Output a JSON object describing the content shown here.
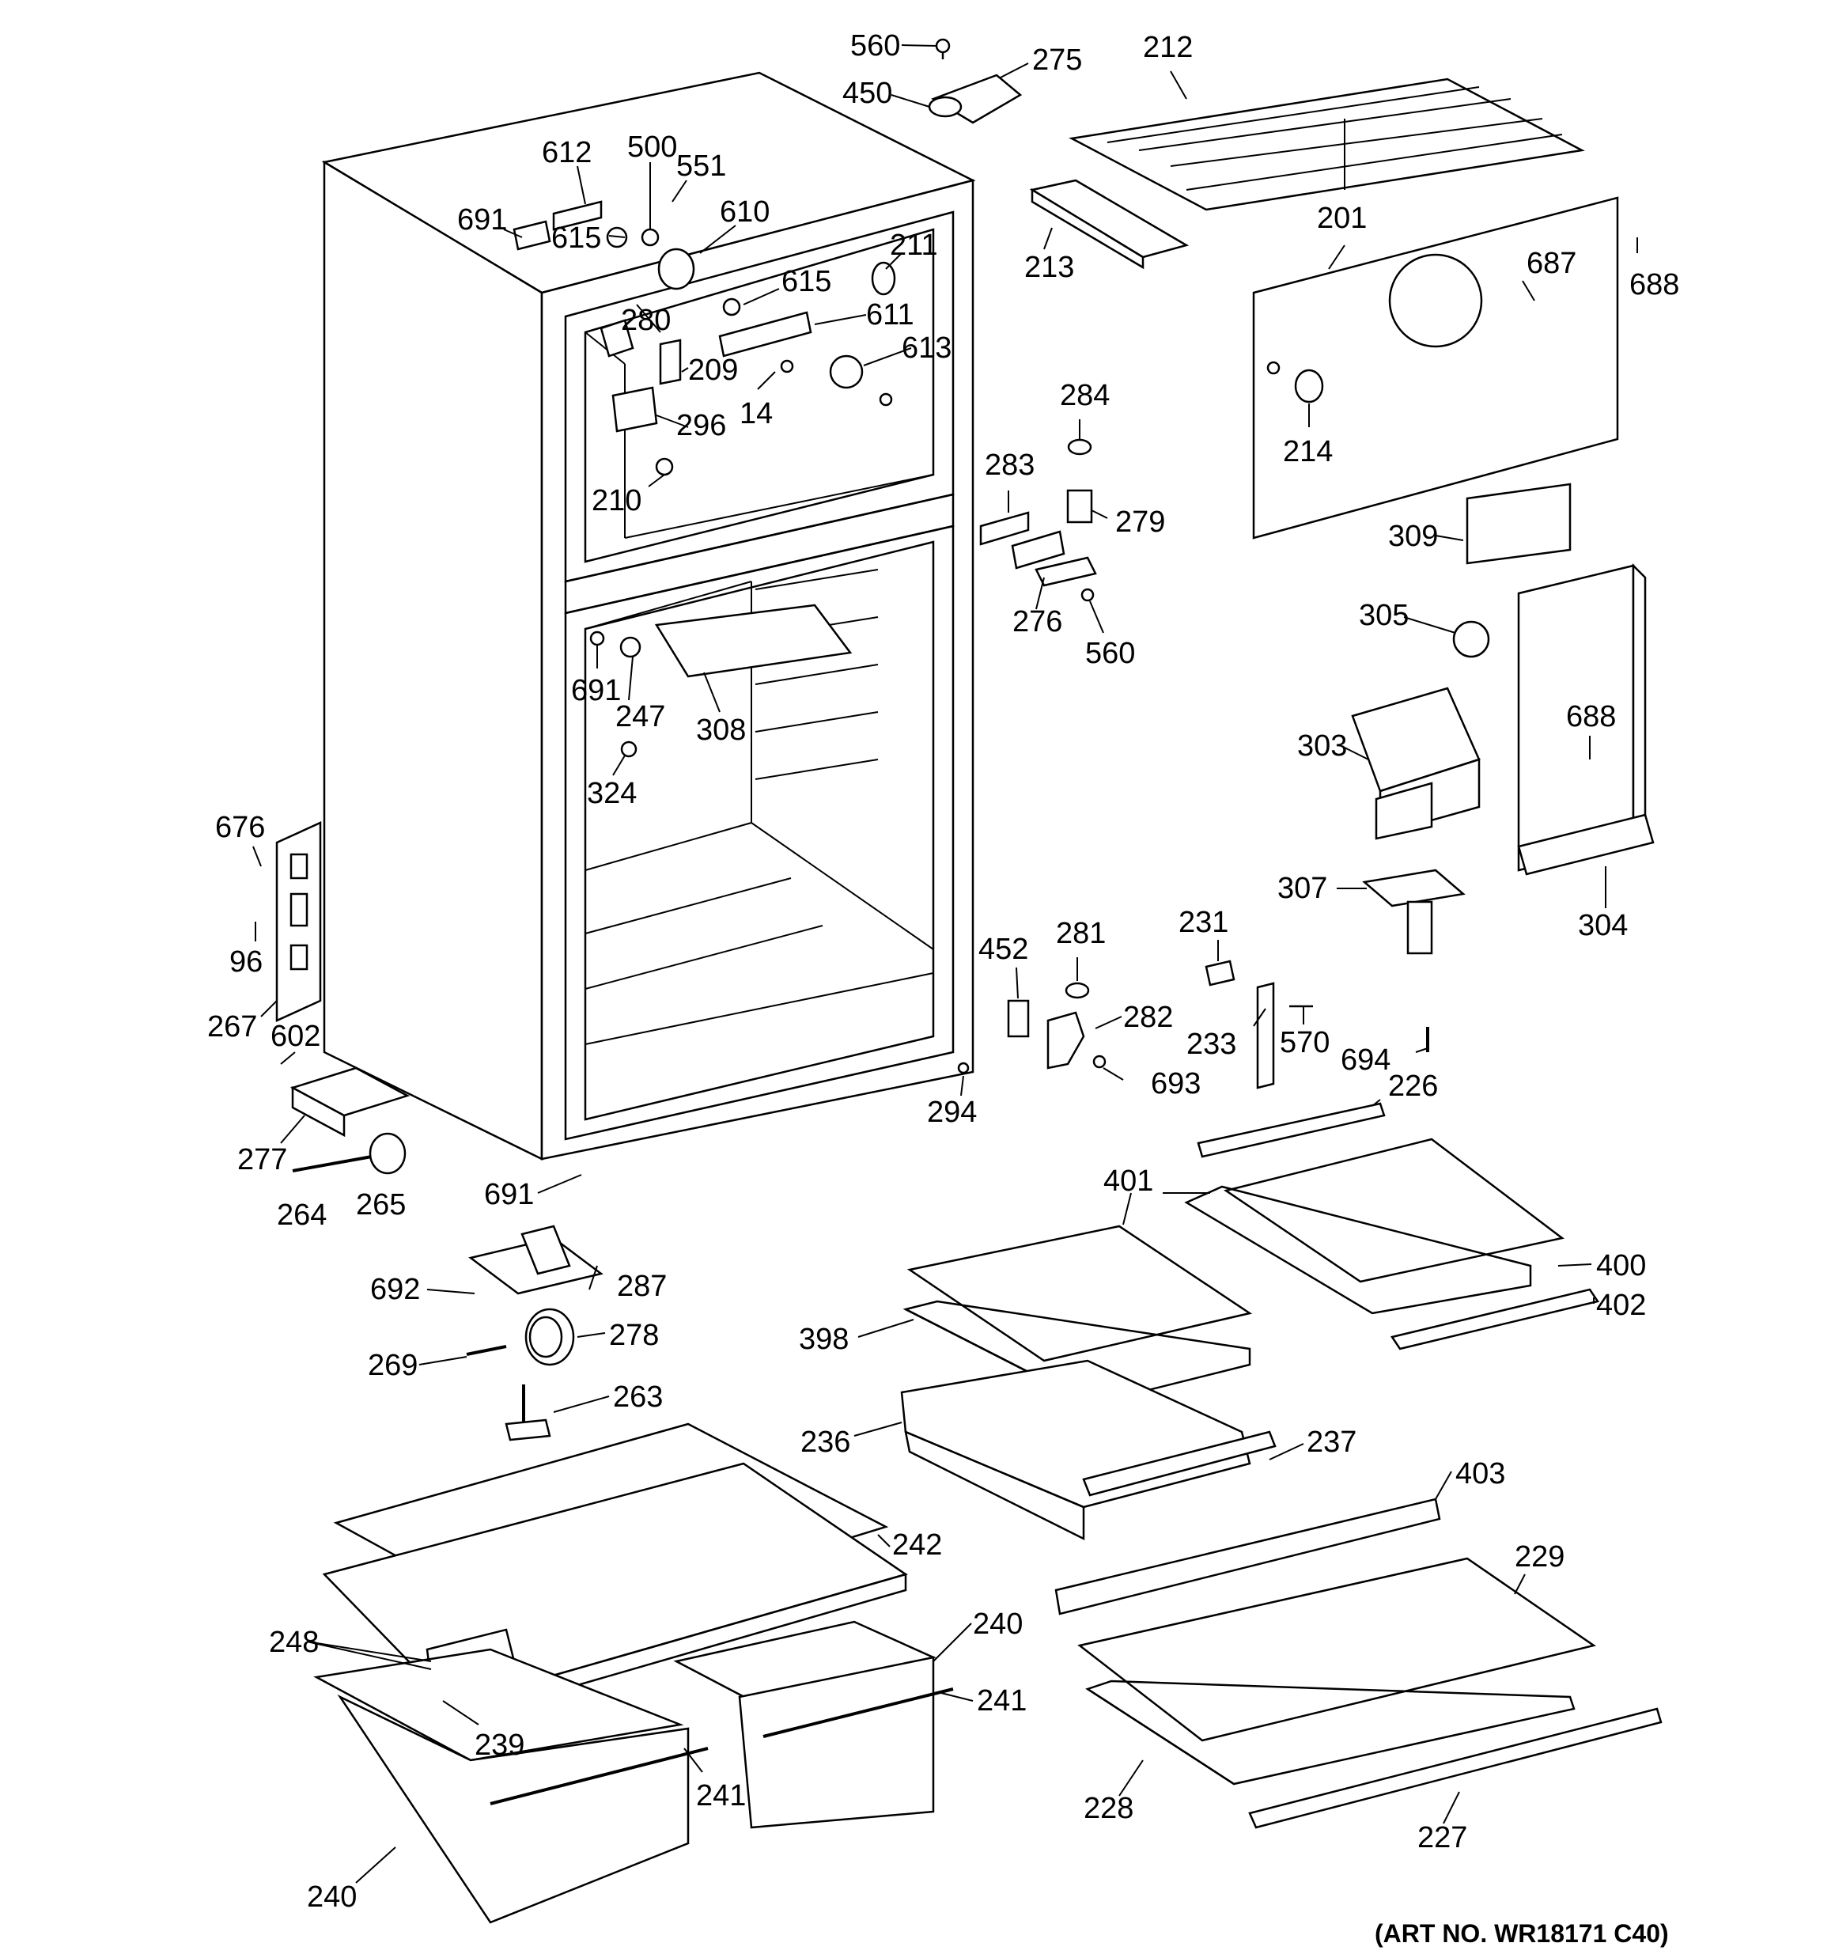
{
  "diagram": {
    "art_number": "(ART NO. WR18171 C40)",
    "callouts": [
      {
        "id": "c560a",
        "text": "560"
      },
      {
        "id": "c275",
        "text": "275"
      },
      {
        "id": "c450",
        "text": "450"
      },
      {
        "id": "c212",
        "text": "212"
      },
      {
        "id": "c612",
        "text": "612"
      },
      {
        "id": "c500",
        "text": "500"
      },
      {
        "id": "c551",
        "text": "551"
      },
      {
        "id": "c610",
        "text": "610"
      },
      {
        "id": "c691a",
        "text": "691"
      },
      {
        "id": "c615a",
        "text": "615"
      },
      {
        "id": "c211",
        "text": "211"
      },
      {
        "id": "c615b",
        "text": "615"
      },
      {
        "id": "c611",
        "text": "611"
      },
      {
        "id": "c280",
        "text": "280"
      },
      {
        "id": "c209",
        "text": "209"
      },
      {
        "id": "c613",
        "text": "613"
      },
      {
        "id": "c14",
        "text": "14"
      },
      {
        "id": "c296",
        "text": "296"
      },
      {
        "id": "c210",
        "text": "210"
      },
      {
        "id": "c213",
        "text": "213"
      },
      {
        "id": "c201",
        "text": "201"
      },
      {
        "id": "c687",
        "text": "687"
      },
      {
        "id": "c688a",
        "text": "688"
      },
      {
        "id": "c284",
        "text": "284"
      },
      {
        "id": "c214",
        "text": "214"
      },
      {
        "id": "c283",
        "text": "283"
      },
      {
        "id": "c279",
        "text": "279"
      },
      {
        "id": "c309",
        "text": "309"
      },
      {
        "id": "c276",
        "text": "276"
      },
      {
        "id": "c560b",
        "text": "560"
      },
      {
        "id": "c305",
        "text": "305"
      },
      {
        "id": "c691b",
        "text": "691"
      },
      {
        "id": "c247",
        "text": "247"
      },
      {
        "id": "c308",
        "text": "308"
      },
      {
        "id": "c303",
        "text": "303"
      },
      {
        "id": "c688b",
        "text": "688"
      },
      {
        "id": "c324",
        "text": "324"
      },
      {
        "id": "c676",
        "text": "676"
      },
      {
        "id": "c307",
        "text": "307"
      },
      {
        "id": "c304",
        "text": "304"
      },
      {
        "id": "c96",
        "text": "96"
      },
      {
        "id": "c452",
        "text": "452"
      },
      {
        "id": "c281",
        "text": "281"
      },
      {
        "id": "c231",
        "text": "231"
      },
      {
        "id": "c267",
        "text": "267"
      },
      {
        "id": "c602",
        "text": "602"
      },
      {
        "id": "c282",
        "text": "282"
      },
      {
        "id": "c233",
        "text": "233"
      },
      {
        "id": "c570",
        "text": "570"
      },
      {
        "id": "c694",
        "text": "694"
      },
      {
        "id": "c693",
        "text": "693"
      },
      {
        "id": "c294",
        "text": "294"
      },
      {
        "id": "c226",
        "text": "226"
      },
      {
        "id": "c277",
        "text": "277"
      },
      {
        "id": "c691c",
        "text": "691"
      },
      {
        "id": "c264",
        "text": "264"
      },
      {
        "id": "c265",
        "text": "265"
      },
      {
        "id": "c401",
        "text": "401"
      },
      {
        "id": "c400",
        "text": "400"
      },
      {
        "id": "c402",
        "text": "402"
      },
      {
        "id": "c692",
        "text": "692"
      },
      {
        "id": "c287",
        "text": "287"
      },
      {
        "id": "c398",
        "text": "398"
      },
      {
        "id": "c278",
        "text": "278"
      },
      {
        "id": "c269",
        "text": "269"
      },
      {
        "id": "c263",
        "text": "263"
      },
      {
        "id": "c236",
        "text": "236"
      },
      {
        "id": "c237",
        "text": "237"
      },
      {
        "id": "c403",
        "text": "403"
      },
      {
        "id": "c242",
        "text": "242"
      },
      {
        "id": "c229",
        "text": "229"
      },
      {
        "id": "c248",
        "text": "248"
      },
      {
        "id": "c240a",
        "text": "240"
      },
      {
        "id": "c241a",
        "text": "241"
      },
      {
        "id": "c239",
        "text": "239"
      },
      {
        "id": "c241b",
        "text": "241"
      },
      {
        "id": "c228",
        "text": "228"
      },
      {
        "id": "c227",
        "text": "227"
      },
      {
        "id": "c240b",
        "text": "240"
      }
    ]
  }
}
